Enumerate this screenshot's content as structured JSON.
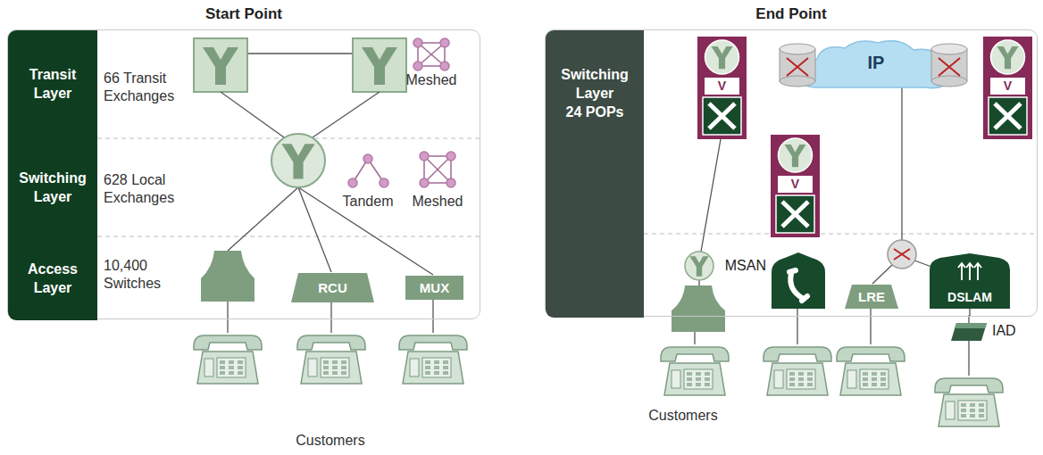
{
  "diagram": {
    "nodes": [
      {
        "text": [
          "Start Point"
        ]
      },
      {
        "text": [
          "Transit Layer"
        ],
        "in": 0
      },
      {
        "text": [
          "Switching Layer"
        ],
        "in": 0
      },
      {
        "text": [
          "Access Layer"
        ],
        "in": 0
      },
      {
        "text": [
          "RCU"
        ],
        "in": 0
      },
      {
        "text": [
          "MUX"
        ],
        "in": 0
      },
      {
        "text": [
          "End Point"
        ]
      },
      {
        "text": [
          "Switching Layer",
          "24 POPs"
        ],
        "in": 6
      },
      {
        "text": [
          "V"
        ],
        "in": 6
      },
      {
        "text": [
          "IP"
        ],
        "in": 6
      },
      {
        "text": [
          "V"
        ],
        "in": 6
      },
      {
        "text": [
          "V"
        ],
        "in": 6
      },
      {
        "text": [
          "MSAN"
        ],
        "in": 6
      },
      {
        "text": [
          "LRE"
        ],
        "in": 6
      },
      {
        "text": [
          "DSLAM"
        ],
        "in": 6
      },
      {
        "text": [
          "IAD"
        ]
      }
    ],
    "edges": [
      {
        "from": 14,
        "to": 15,
        "arrow": "none"
      }
    ],
    "labels": [
      "66 Transit Exchanges",
      "Meshed",
      "628 Local Exchanges",
      "Tandem",
      "Meshed",
      "10,400 Switches",
      "Customers",
      "Customers"
    ]
  }
}
